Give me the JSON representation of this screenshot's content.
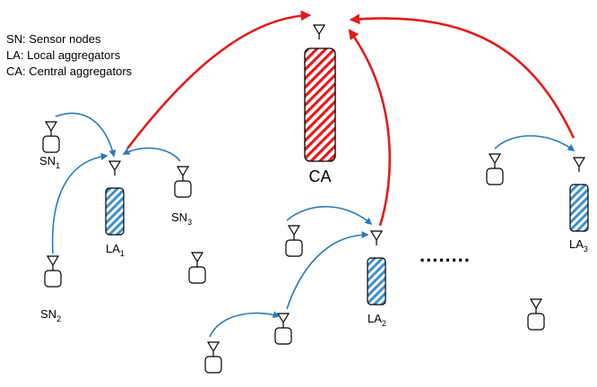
{
  "legend": [
    "SN: Sensor nodes",
    "LA: Local aggregators",
    "CA: Central aggregators"
  ],
  "labels": {
    "ca": "CA",
    "sn1": {
      "base": "SN",
      "sub": "1"
    },
    "sn2": {
      "base": "SN",
      "sub": "2"
    },
    "sn3": {
      "base": "SN",
      "sub": "3"
    },
    "la1": {
      "base": "LA",
      "sub": "1"
    },
    "la2": {
      "base": "LA",
      "sub": "2"
    },
    "la3": {
      "base": "LA",
      "sub": "3"
    }
  },
  "ellipsis": "........",
  "colors": {
    "local_link": "#2a7ab8",
    "central_link": "#e31b1b",
    "ca_hatch": "#e31b1b",
    "la_hatch": "#3b8fd1",
    "stroke": "#000000"
  }
}
